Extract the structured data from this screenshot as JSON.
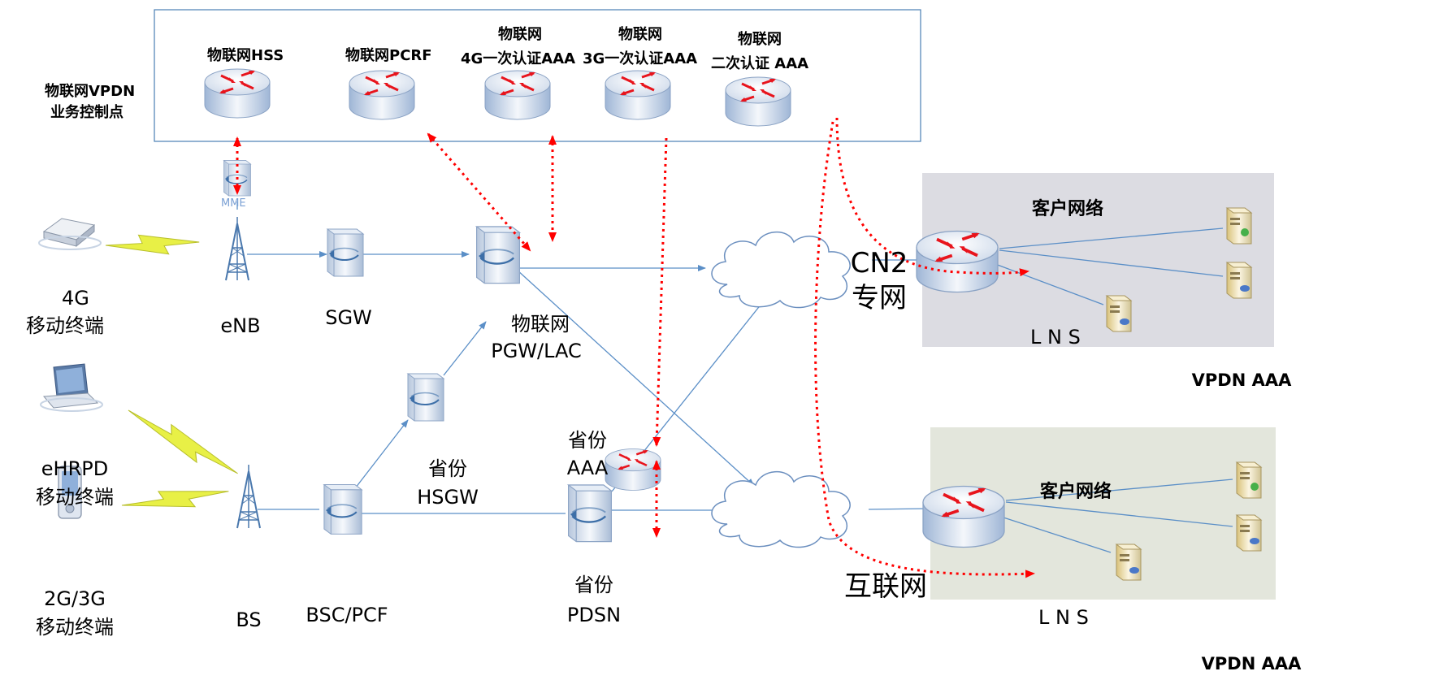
{
  "control_box": {
    "label_line1": "物联网VPDN",
    "label_line2": "业务控制点",
    "hss": "物联网HSS",
    "pcrf": "物联网PCRF",
    "aaa4g_line1": "物联网",
    "aaa4g_line2": "4G一次认证AAA",
    "aaa3g_line1": "物联网",
    "aaa3g_line2": "3G一次认证AAA",
    "aaa2_line1": "物联网",
    "aaa2_line2": "二次认证 AAA"
  },
  "nodes": {
    "mme": "MME",
    "terminal_4g_line1": "4G",
    "terminal_4g_line2": "移动终端",
    "enb": "eNB",
    "sgw": "SGW",
    "pgw_line1": "物联网",
    "pgw_line2": "PGW/LAC",
    "terminal_ehrpd_line1": "eHRPD",
    "terminal_ehrpd_line2": "移动终端",
    "terminal_2g3g_line1": "2G/3G",
    "terminal_2g3g_line2": "移动终端",
    "bs": "BS",
    "bsc": "BSC/PCF",
    "hsgw_line1": "省份",
    "hsgw_line2": "HSGW",
    "prov_aaa_line1": "省份",
    "prov_aaa_line2": "AAA",
    "pdsn_line1": "省份",
    "pdsn_line2": "PDSN",
    "cn2_line1": "CN2",
    "cn2_line2": "专网",
    "internet": "互联网"
  },
  "customer_top": {
    "title": "客户网络",
    "lns": "L N S",
    "vpdn_aaa": "VPDN AAA"
  },
  "customer_bottom": {
    "title": "客户网络",
    "lns": "L N S",
    "vpdn_aaa": "VPDN AAA"
  },
  "colors": {
    "link": "#5b8fc7",
    "auth_path": "#ff0000",
    "control_box_border": "#4a7fb5",
    "customer_top_bg": "#dcdce2",
    "customer_bottom_bg": "#e3e6dc",
    "lightning": "#e6f04a"
  }
}
